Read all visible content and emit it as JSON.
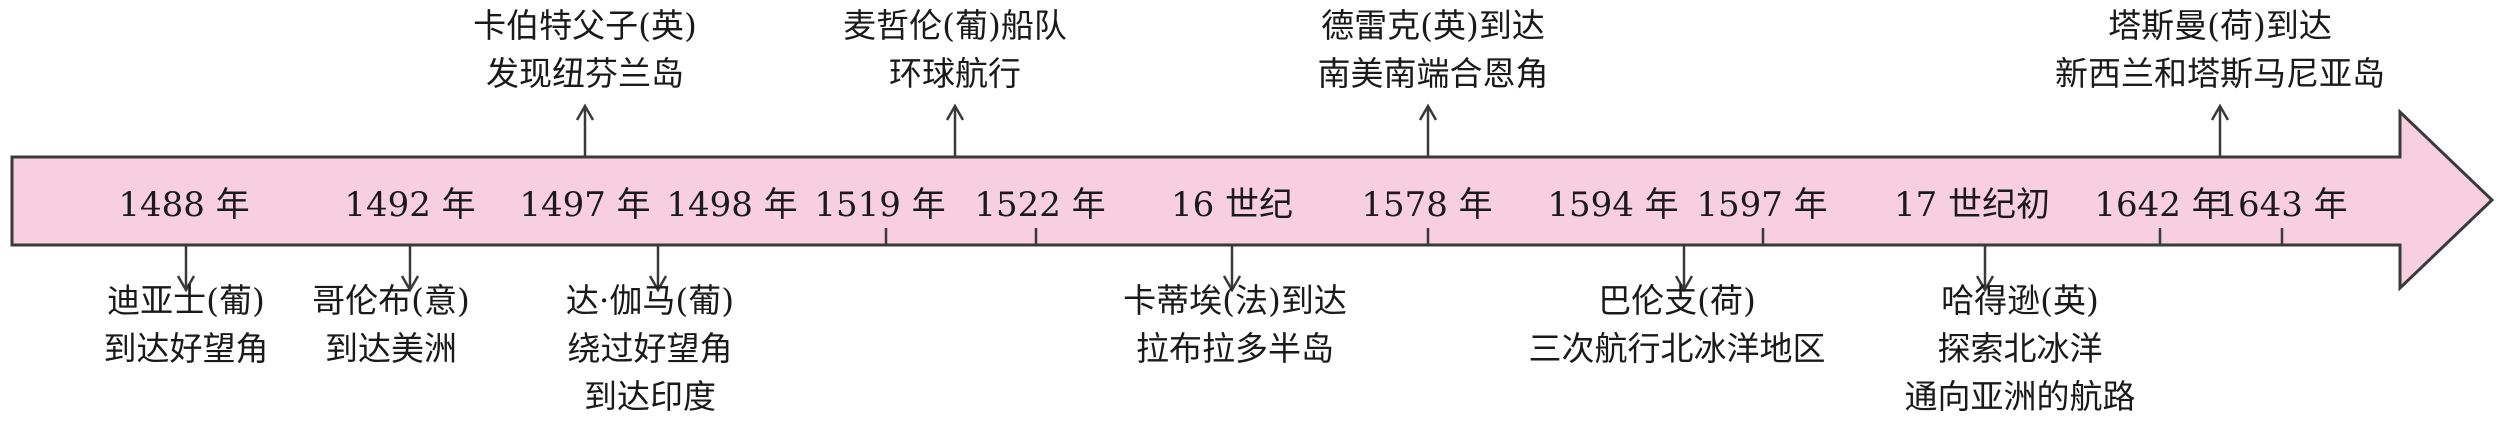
{
  "colors": {
    "band_fill": "#f7cfdf",
    "band_stroke": "#3a3a3a",
    "tick": "#3a3a3a",
    "text": "#1a1a1a"
  },
  "years": [
    "1488 年",
    "1492 年",
    "1497 年",
    "1498 年",
    "1519 年",
    "1522 年",
    "16 世纪",
    "1578 年",
    "1594 年",
    "1597 年",
    "17 世纪初",
    "1642 年",
    "1643 年"
  ],
  "events_above": [
    {
      "lines": [
        "卡伯特父子(英)",
        "发现纽芬兰岛"
      ]
    },
    {
      "lines": [
        "麦哲伦(葡)船队",
        "环球航行"
      ]
    },
    {
      "lines": [
        "德雷克(英)到达",
        "南美南端合恩角"
      ]
    },
    {
      "lines": [
        "塔斯曼(荷)到达",
        "新西兰和塔斯马尼亚岛"
      ]
    }
  ],
  "events_below": [
    {
      "lines": [
        "迪亚士(葡)",
        "到达好望角"
      ]
    },
    {
      "lines": [
        "哥伦布(意)",
        "到达美洲"
      ]
    },
    {
      "lines": [
        "达·伽马(葡)",
        "绕过好望角",
        "到达印度"
      ]
    },
    {
      "lines": [
        "卡蒂埃(法)到达",
        "拉布拉多半岛"
      ]
    },
    {
      "lines": [
        "巴伦支(荷)",
        "三次航行北冰洋地区"
      ]
    },
    {
      "lines": [
        "哈得逊(英)",
        "探索北冰洋",
        "通向亚洲的航路"
      ]
    }
  ]
}
